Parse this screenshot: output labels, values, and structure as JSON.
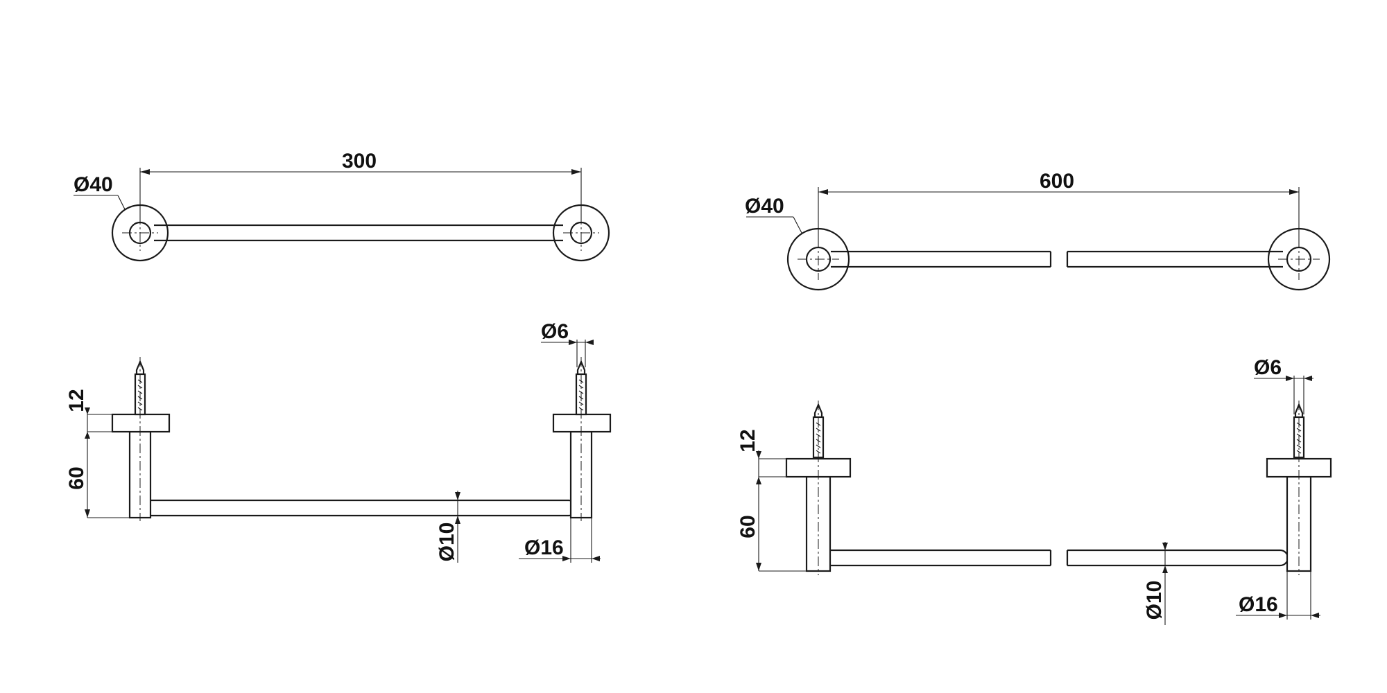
{
  "dimensions": {
    "bar_300": {
      "length": "300",
      "base_diameter": "Ø40",
      "screw_diameter": "Ø6",
      "base_thickness": "12",
      "projection": "60",
      "bar_diameter": "Ø10",
      "post_diameter": "Ø16"
    },
    "bar_600": {
      "length": "600",
      "base_diameter": "Ø40",
      "screw_diameter": "Ø6",
      "base_thickness": "12",
      "projection": "60",
      "bar_diameter": "Ø10",
      "post_diameter": "Ø16"
    }
  }
}
